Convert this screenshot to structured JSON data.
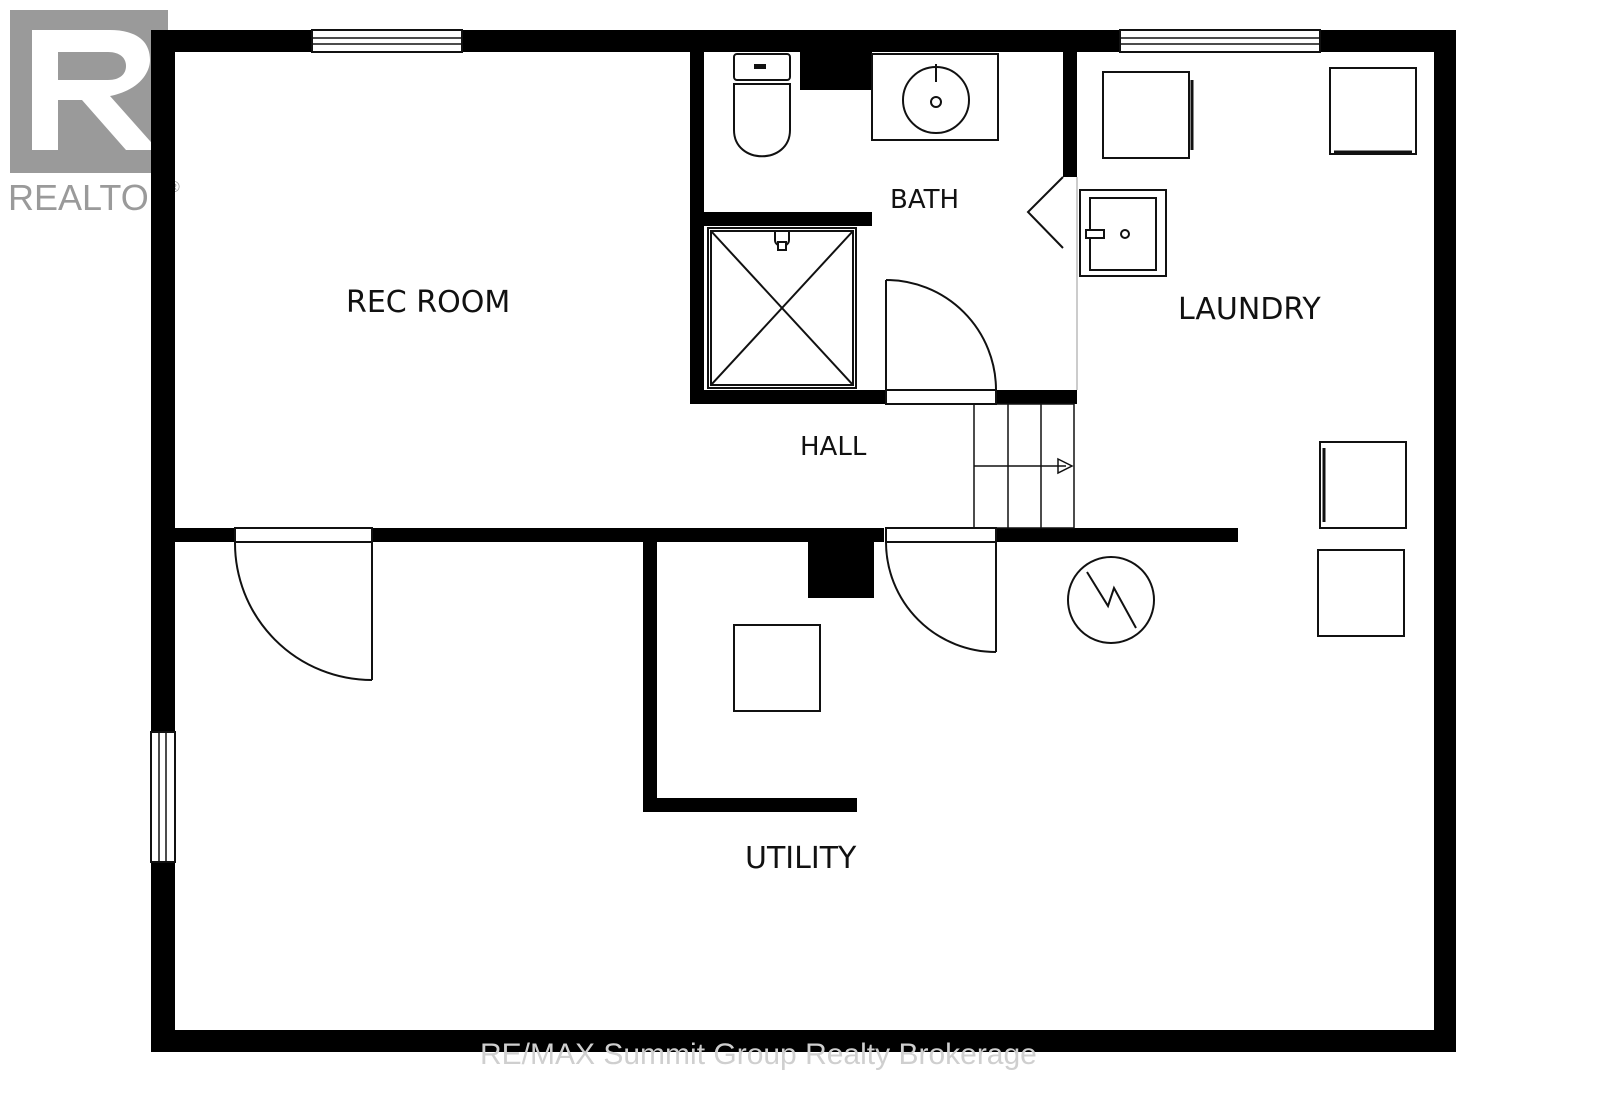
{
  "brand": {
    "realtor_mark": "REALTOR",
    "registered": "®",
    "watermark": "RE/MAX Summit Group Realty Brokerage"
  },
  "rooms": {
    "rec_room": "REC ROOM",
    "bath": "BATH",
    "laundry": "LAUNDRY",
    "hall": "HALL",
    "utility": "UTILITY"
  },
  "colors": {
    "wall": "#000000",
    "fixture_stroke": "#111111",
    "logo": "#9a9a9a",
    "watermark": "#cfcfcf"
  }
}
